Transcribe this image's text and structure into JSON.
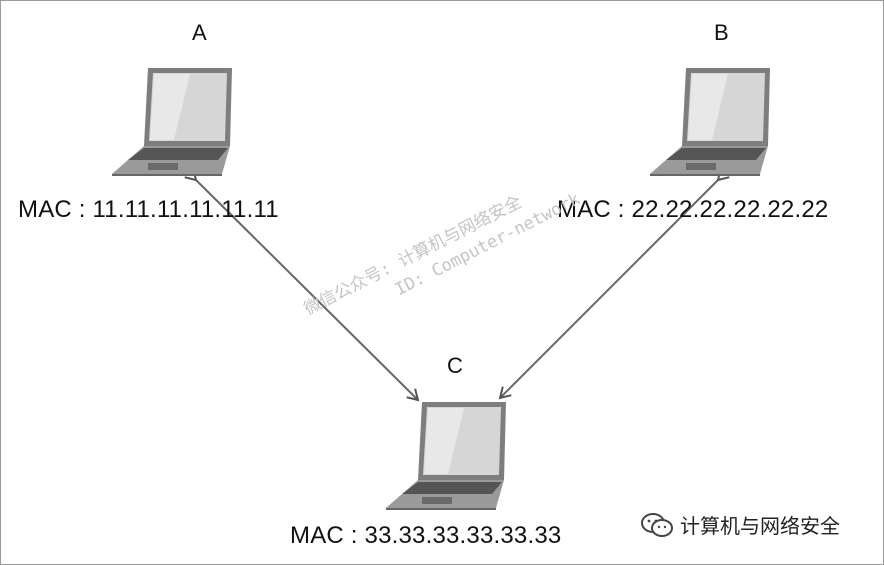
{
  "nodes": {
    "a": {
      "name": "A",
      "mac": "MAC : 11.11.11.11.11.11"
    },
    "b": {
      "name": "B",
      "mac": "MAC : 22.22.22.22.22.22"
    },
    "c": {
      "name": "C",
      "mac": "MAC : 33.33.33.33.33.33"
    }
  },
  "watermark": {
    "line1": "微信公众号: 计算机与网络安全",
    "line2": "ID: Computer-network"
  },
  "brand": {
    "text": "计算机与网络安全",
    "icon": "wechat-icon"
  },
  "colors": {
    "arrow": "#555555",
    "laptop_body": "#8c8c8c",
    "screen": "#d9d9d9"
  }
}
